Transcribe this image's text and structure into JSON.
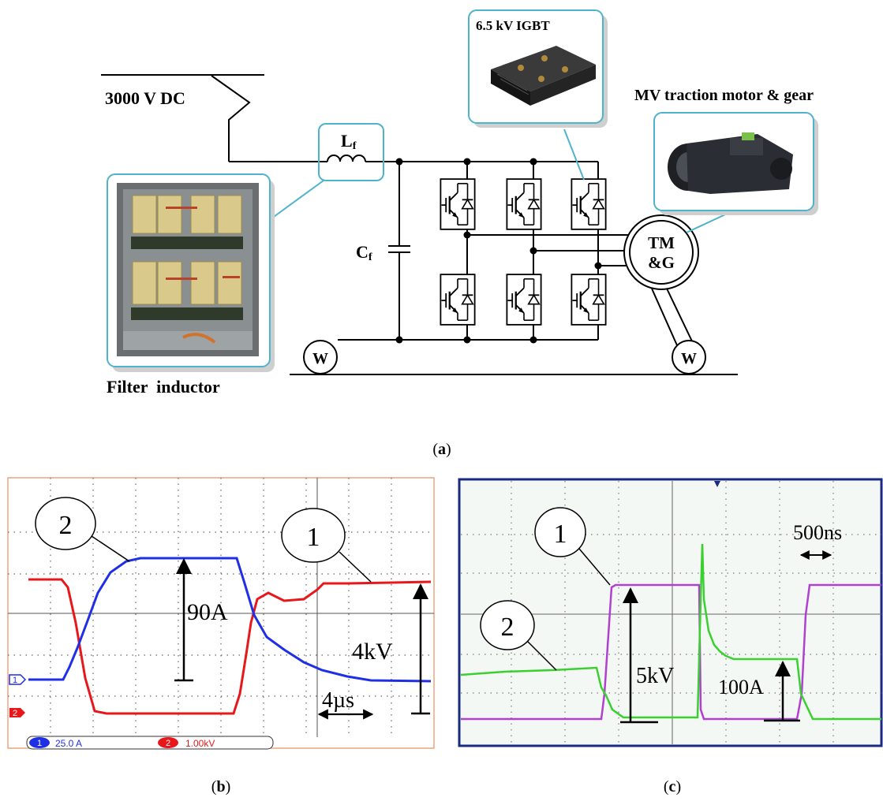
{
  "panel_a": {
    "supply_label": "3000 V DC",
    "igbt_label": "6.5 kV IGBT",
    "motor_label": "MV traction motor & gear",
    "inductor_symbol": "L",
    "inductor_sub": "f",
    "capacitor_symbol": "C",
    "capacitor_sub": "f",
    "motor_line1": "TM",
    "motor_line2": "&G",
    "wheel_left": "W",
    "wheel_right": "W",
    "filter_label": "Filter  inductor",
    "caption_open": "(",
    "caption_letter": "a",
    "caption_close": ")"
  },
  "panel_b": {
    "marker_2": "2",
    "marker_1": "1",
    "current_label": "90A",
    "voltage_label": "4kV",
    "time_label": "4µs",
    "ch1_marker": "1",
    "ch2_marker": "2",
    "legend_ch1_num": "1",
    "legend_ch1_scale": "25.0 A",
    "legend_ch2_num": "2",
    "legend_ch2_scale": "1.00kV",
    "caption_open": "(",
    "caption_letter": "b",
    "caption_close": ")",
    "colors": {
      "ch1": "#1f2fe6",
      "ch2": "#e8171a",
      "grid_border": "#e8a07a"
    }
  },
  "panel_c": {
    "marker_1": "1",
    "marker_2": "2",
    "voltage_label": "5kV",
    "current_label": "100A",
    "time_label": "500ns",
    "caption_open": "(",
    "caption_letter": "c",
    "caption_close": ")",
    "colors": {
      "voltage": "#b040d0",
      "current": "#3ad030",
      "border": "#1a2a80"
    }
  }
}
